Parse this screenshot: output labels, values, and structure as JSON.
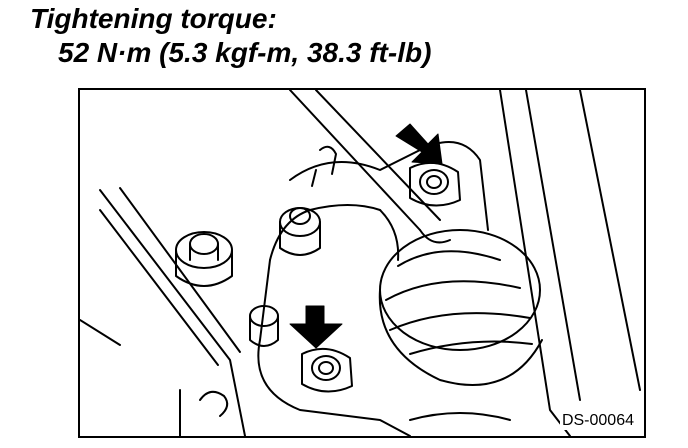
{
  "spec": {
    "title": "Tightening torque:",
    "value": "52 N·m (5.3 kgf-m, 38.3 ft-lb)"
  },
  "figure": {
    "code": "DS-00064"
  }
}
